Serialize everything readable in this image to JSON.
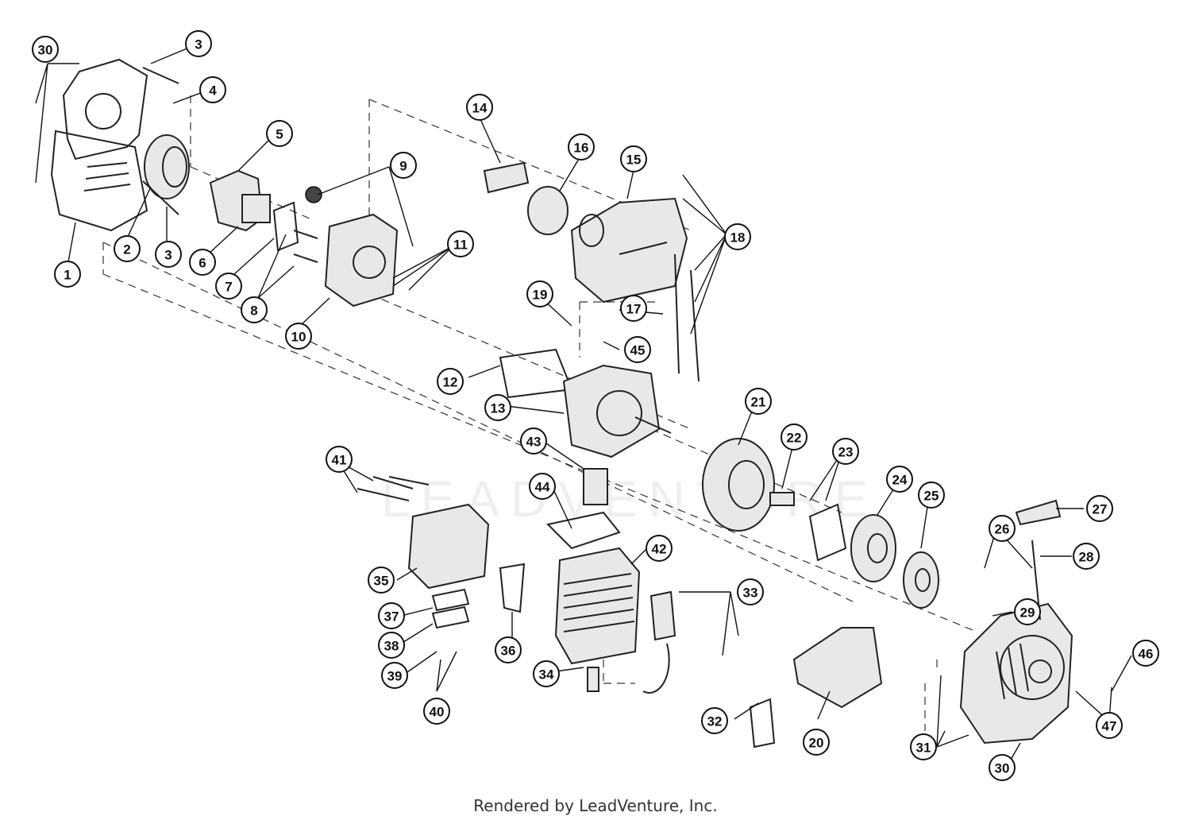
{
  "footer": {
    "credit": "Rendered by LeadVenture, Inc."
  },
  "watermark": {
    "text": "LEADVENTURE"
  },
  "callouts": [
    "1",
    "2",
    "3",
    "3",
    "4",
    "5",
    "6",
    "7",
    "8",
    "9",
    "10",
    "11",
    "12",
    "13",
    "14",
    "15",
    "16",
    "17",
    "18",
    "19",
    "20",
    "21",
    "22",
    "23",
    "24",
    "25",
    "26",
    "27",
    "28",
    "29",
    "30",
    "30",
    "31",
    "32",
    "33",
    "34",
    "35",
    "36",
    "37",
    "38",
    "39",
    "40",
    "41",
    "42",
    "43",
    "44",
    "45",
    "46",
    "47"
  ]
}
